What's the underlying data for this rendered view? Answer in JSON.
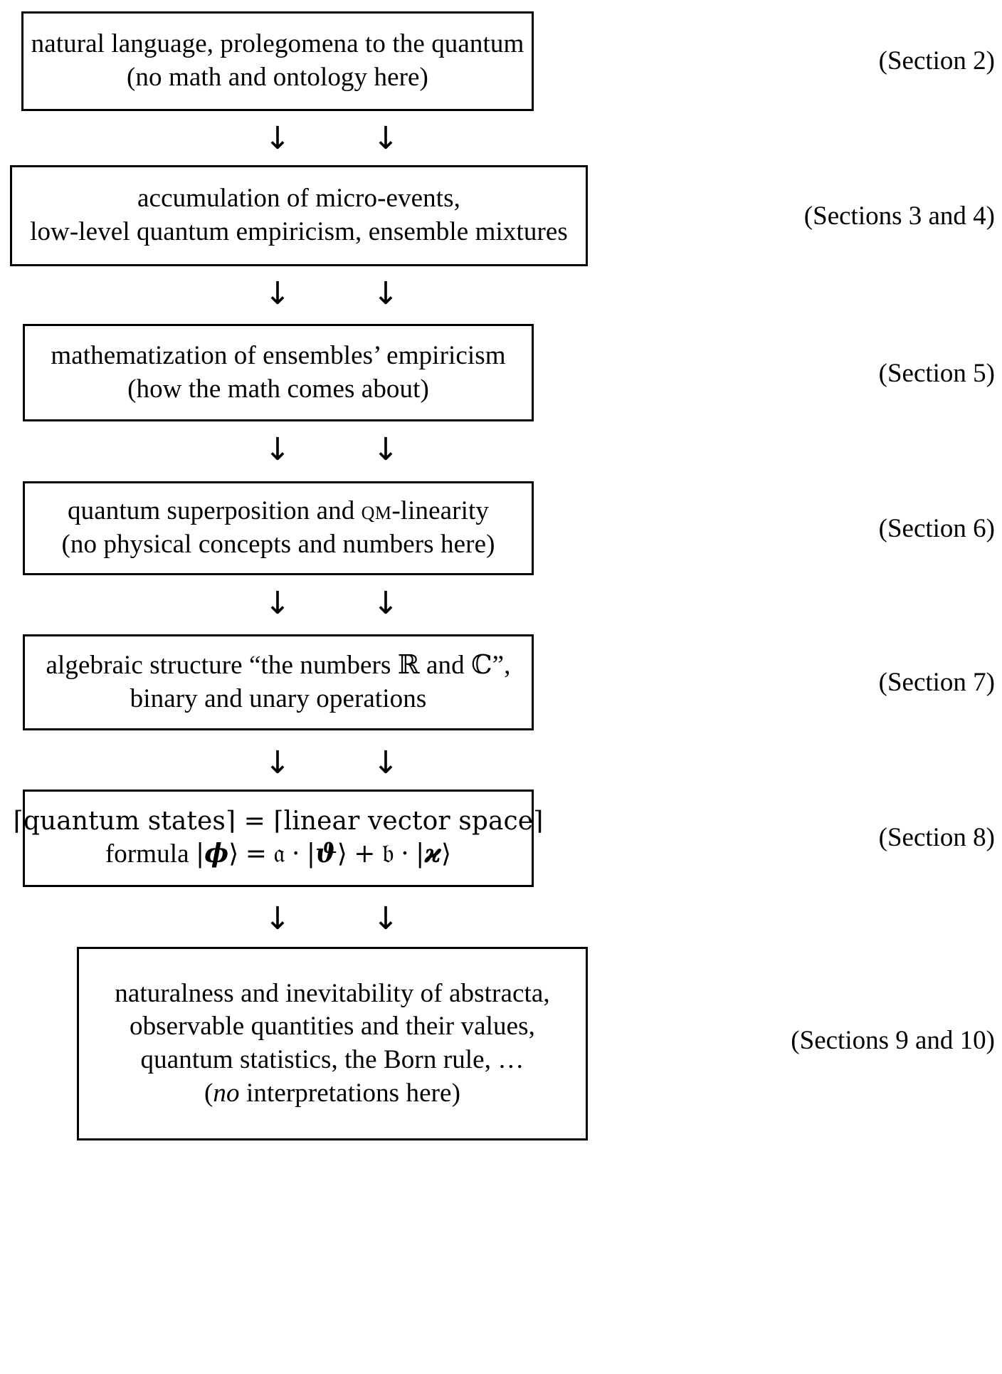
{
  "diagram": {
    "title": "layered derivation of quantum formalism",
    "arrow_glyph": "↓",
    "arrow_icon_name": "down-arrow-icon",
    "stages": [
      {
        "id": "stage-1",
        "note": "(Section 2)",
        "lines": [
          "natural language, prolegomena to the quantum",
          "(no math and ontology here)"
        ]
      },
      {
        "id": "stage-2",
        "note": "(Sections 3 and 4)",
        "lines": [
          "accumulation of micro-events,",
          "low-level quantum empiricism, ensemble mixtures"
        ]
      },
      {
        "id": "stage-3",
        "note": "(Section 5)",
        "lines": [
          "mathematization of ensembles’ empiricism",
          "(how the math comes about)"
        ]
      },
      {
        "id": "stage-4",
        "note": "(Section 6)",
        "lines": [
          "quantum superposition and QM-linearity",
          "(no physical concepts and numbers here)"
        ]
      },
      {
        "id": "stage-5",
        "note": "(Section 7)",
        "lines": [
          "algebraic structure “the numbers ℝ and ℂ”,",
          "binary and unary operations"
        ]
      },
      {
        "id": "stage-6",
        "note": "(Section 8)",
        "lines": [
          "⌈quantum states⌉ = ⌈linear vector space⌉",
          "formula |𝝓⟩ = 𝔞 · |𝝑⟩ + 𝔟 · |𝝒⟩"
        ]
      },
      {
        "id": "stage-7",
        "note": "(Sections 9 and 10)",
        "lines": [
          "naturalness and inevitability of abstracta,",
          "observable quantities and their values,",
          "quantum statistics, the Born rule, …",
          "(no interpretations here)"
        ]
      }
    ]
  },
  "colors": {
    "ink": "#000000",
    "paper": "#ffffff"
  }
}
